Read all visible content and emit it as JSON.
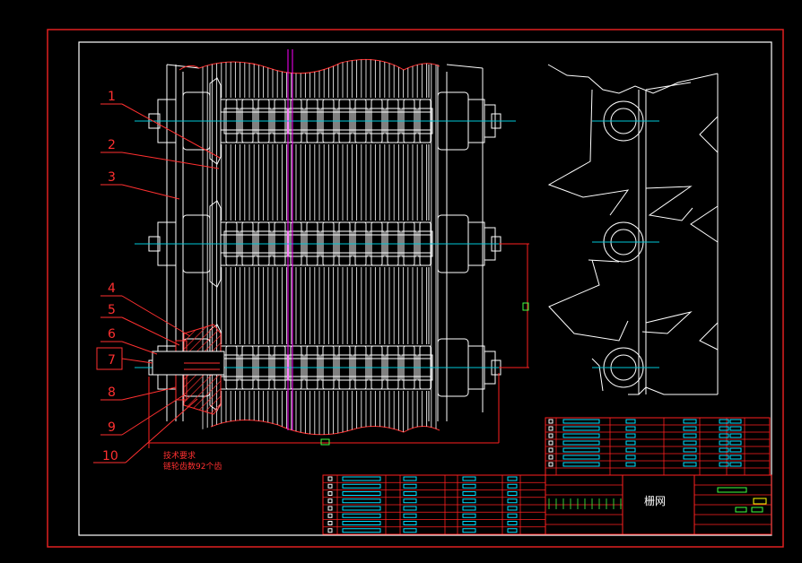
{
  "labels": [
    "1",
    "2",
    "3",
    "4",
    "5",
    "6",
    "7",
    "8",
    "9",
    "10"
  ],
  "notes": {
    "line1": "技术要求",
    "line2": "链轮齿数92个齿"
  },
  "title_block": {
    "name": "栅网"
  },
  "colors": {
    "background": "#000000",
    "frame": "#e02020",
    "border": "#ffffff",
    "centerline": "#00c8d8",
    "dim": "#ff2020",
    "accent": "#ff00ff",
    "table_fill": "#00e0ff"
  }
}
